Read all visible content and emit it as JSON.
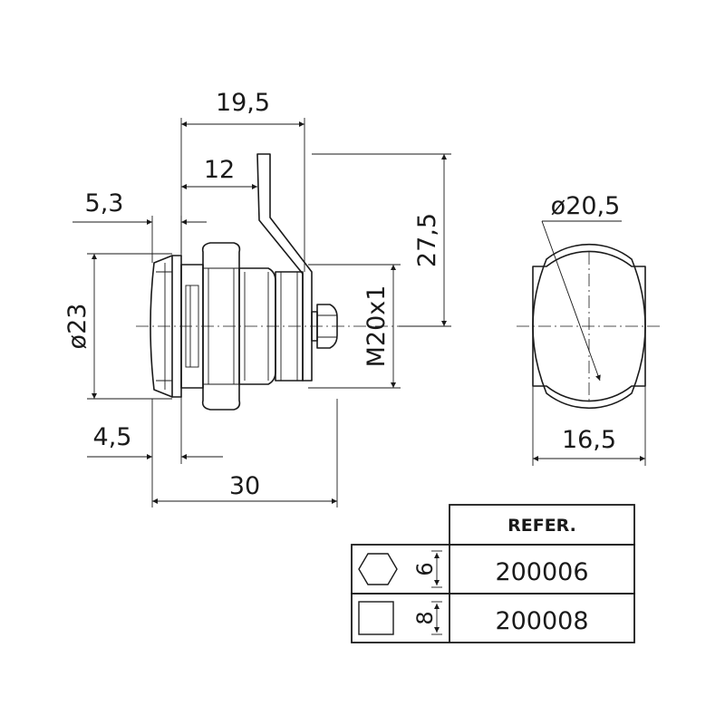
{
  "dimensions": {
    "width_19_5": "19,5",
    "width_12": "12",
    "width_5_3": "5,3",
    "height_27_5": "27,5",
    "diameter_23": "ø23",
    "thread": "M20x1",
    "width_4_5": "4,5",
    "length_30": "30",
    "diameter_20_5": "ø20,5",
    "flat_16_5": "16,5"
  },
  "table": {
    "header": "REFER.",
    "rows": [
      {
        "icon": "hexagon-icon",
        "size": "6",
        "reference": "200006"
      },
      {
        "icon": "square-icon",
        "size": "8",
        "reference": "200008"
      }
    ]
  },
  "colors": {
    "line": "#1a1a1a",
    "background": "#ffffff"
  }
}
